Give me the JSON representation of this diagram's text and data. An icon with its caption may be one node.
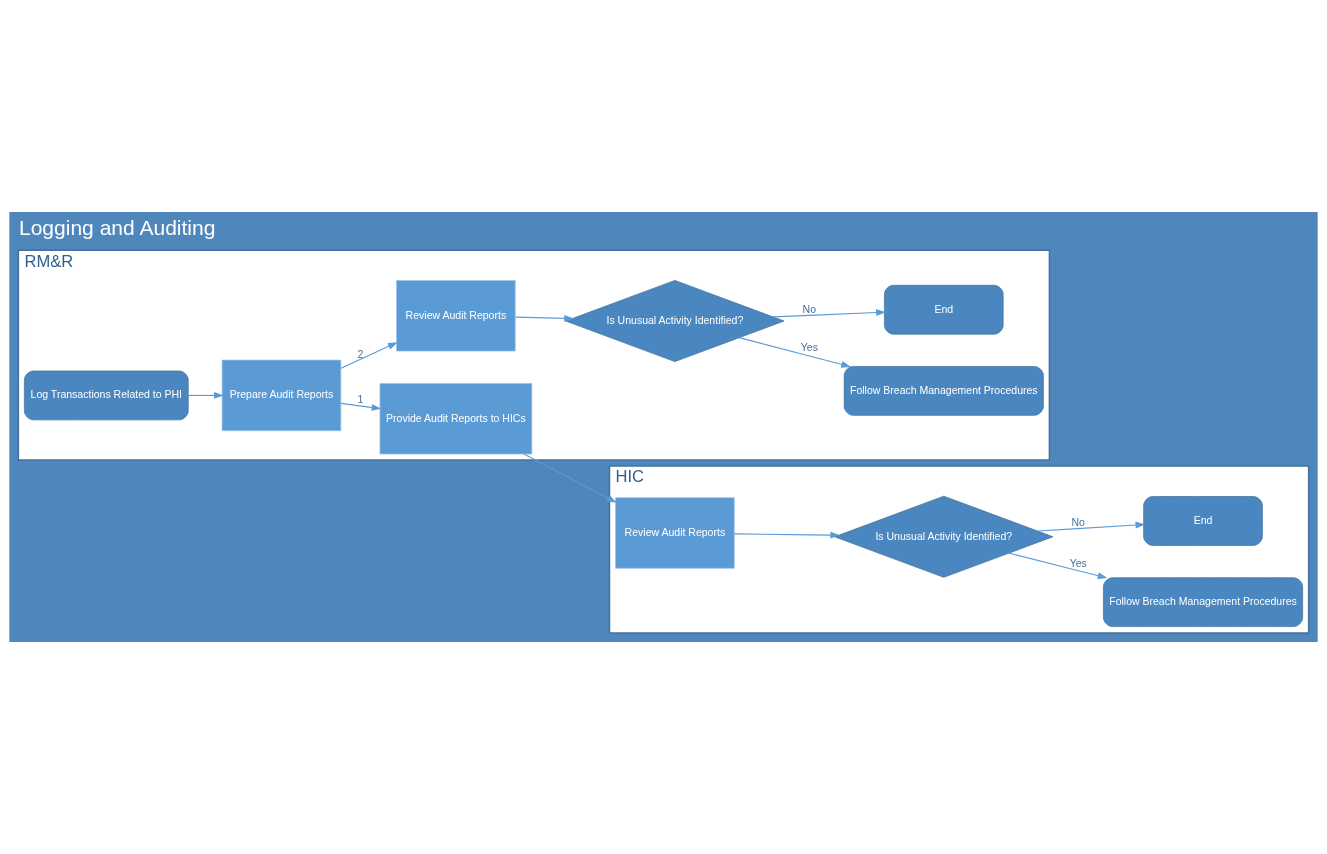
{
  "diagram": {
    "title": "Logging and Auditing",
    "nodes": [
      {
        "text": [
          "RM&R"
        ]
      },
      {
        "text": [
          "Log Transactions Related to PHI"
        ],
        "in": 0
      },
      {
        "text": [
          "Prepare Audit Reports"
        ],
        "in": 0
      },
      {
        "text": [
          "Review Audit Reports"
        ],
        "in": 0
      },
      {
        "text": [
          "Is Unusual Activity Identified?"
        ],
        "in": 0
      },
      {
        "text": [
          "Follow Breach Management Procedures"
        ],
        "in": 0
      },
      {
        "text": [
          "Provide Audit Reports to HICs"
        ],
        "in": 0
      },
      {
        "text": [
          "End"
        ],
        "in": 0
      },
      {
        "text": [
          "HIC"
        ]
      },
      {
        "text": [
          "Review Audit Reports"
        ],
        "in": 8
      },
      {
        "text": [
          "Is Unusual Activity Identified?"
        ],
        "in": 8
      },
      {
        "text": [
          "Follow Breach Management Procedures"
        ],
        "in": 8
      },
      {
        "text": [
          "End"
        ],
        "in": 8
      }
    ],
    "edges": [
      {
        "from": 1,
        "to": 2,
        "arrow": "to"
      },
      {
        "from": 2,
        "to": 3,
        "label": "2",
        "arrow": "to"
      },
      {
        "from": 3,
        "to": 4,
        "arrow": "to"
      },
      {
        "from": 4,
        "to": 5,
        "label": "Yes",
        "arrow": "to"
      },
      {
        "from": 2,
        "to": 6,
        "label": "1",
        "arrow": "to"
      },
      {
        "from": 4,
        "to": 7,
        "label": "No",
        "arrow": "to"
      },
      {
        "from": 6,
        "to": 9,
        "arrow": "to"
      },
      {
        "from": 9,
        "to": 10,
        "arrow": "to"
      },
      {
        "from": 10,
        "to": 11,
        "label": "Yes",
        "arrow": "to"
      },
      {
        "from": 10,
        "to": 12,
        "label": "No",
        "arrow": "to"
      }
    ]
  }
}
